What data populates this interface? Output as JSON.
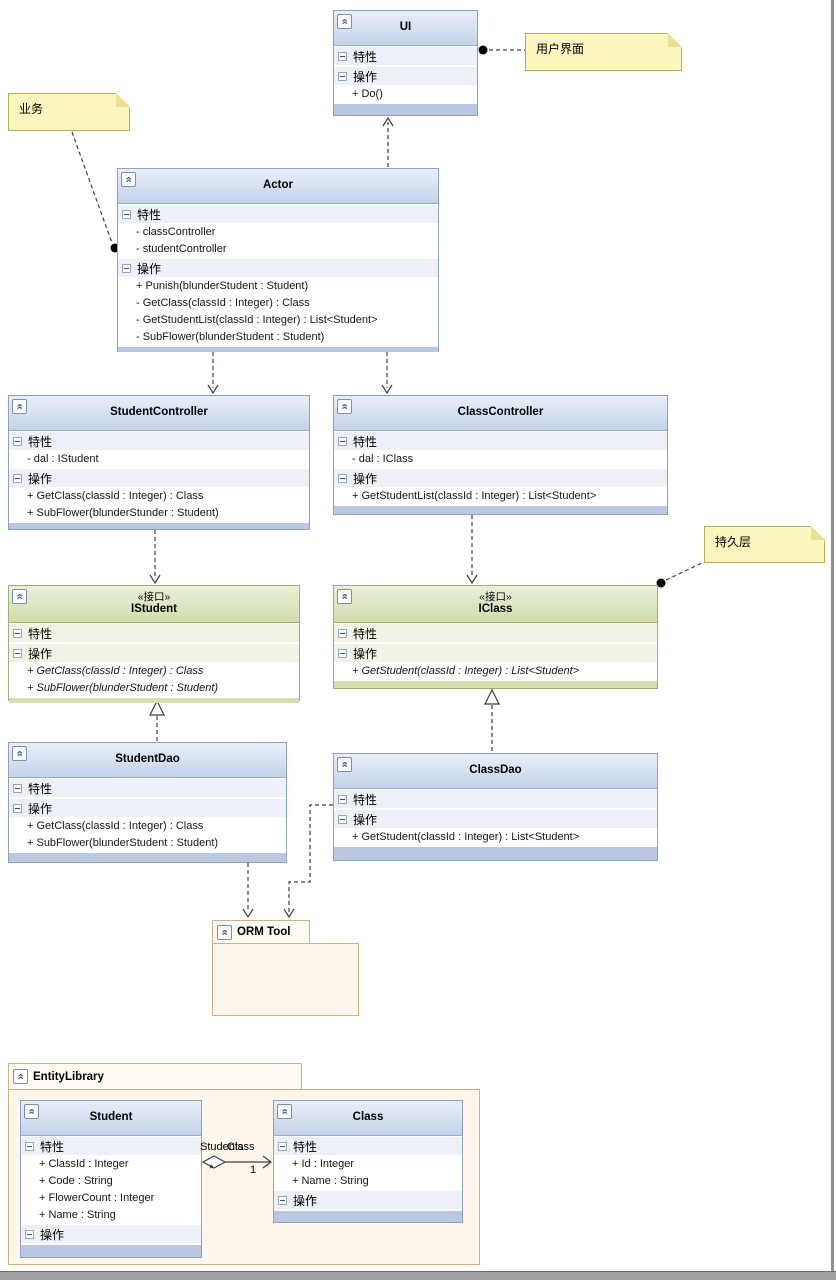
{
  "labels": {
    "properties": "特性",
    "operations": "操作",
    "interface_stereotype": "«接口»"
  },
  "classes": {
    "ui": {
      "title": "UI",
      "operations": [
        "+ Do()"
      ]
    },
    "actor": {
      "title": "Actor",
      "properties": [
        "- classController",
        "- studentController"
      ],
      "operations": [
        "+ Punish(blunderStudent : Student)",
        "- GetClass(classId : Integer) : Class",
        "- GetStudentList(classId : Integer) : List<Student>",
        "- SubFlower(blunderStudent : Student)"
      ]
    },
    "student_controller": {
      "title": "StudentController",
      "properties": [
        "- dal : IStudent"
      ],
      "operations": [
        "+ GetClass(classId : Integer) : Class",
        "+ SubFlower(blunderStunder : Student)"
      ]
    },
    "class_controller": {
      "title": "ClassController",
      "properties": [
        "- dal : IClass"
      ],
      "operations": [
        "+ GetStudentList(classId : Integer) : List<Student>"
      ]
    },
    "istudent": {
      "title": "IStudent",
      "operations": [
        "+ GetClass(classId : Integer) : Class",
        "+ SubFlower(blunderStudent : Student)"
      ]
    },
    "iclass": {
      "title": "IClass",
      "operations": [
        "+ GetStudent(classId : Integer) : List<Student>"
      ]
    },
    "student_dao": {
      "title": "StudentDao",
      "operations": [
        "+ GetClass(classId : Integer) : Class",
        "+ SubFlower(blunderStudent : Student)"
      ]
    },
    "class_dao": {
      "title": "ClassDao",
      "operations": [
        "+ GetStudent(classId : Integer) : List<Student>"
      ]
    },
    "student": {
      "title": "Student",
      "properties": [
        "+ ClassId : Integer",
        "+ Code : String",
        "+ FlowerCount : Integer",
        "+ Name : String"
      ]
    },
    "class_entity": {
      "title": "Class",
      "properties": [
        "+ Id : Integer",
        "+ Name : String"
      ]
    }
  },
  "packages": {
    "orm": {
      "title": "ORM Tool"
    },
    "entity_library": {
      "title": "EntityLibrary"
    }
  },
  "notes": {
    "business": "业务",
    "user_interface": "用户界面",
    "persistence": "持久层"
  },
  "association": {
    "role_students": "Students",
    "role_class": "Class",
    "mult_many": "*",
    "mult_one": "1"
  },
  "colors": {
    "class_header": "#C3D2E9",
    "class_border": "#8DA2C2",
    "interface_header": "#CFDDAC",
    "note_fill": "#FBF6BE",
    "package_fill": "#FCF7EA",
    "connector": "#3F3F3F"
  }
}
